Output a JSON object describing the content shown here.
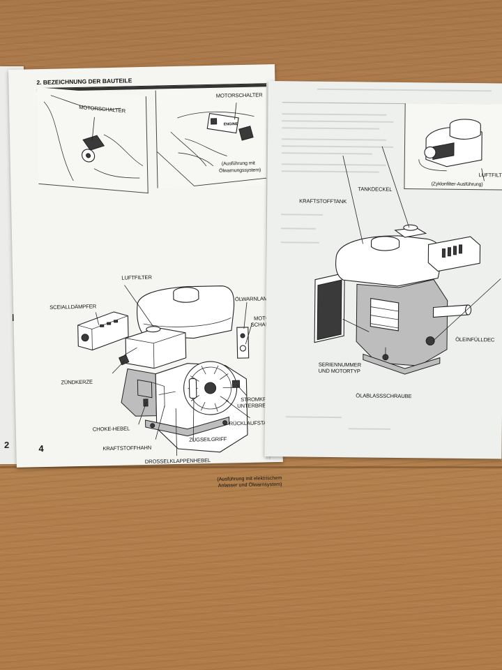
{
  "left_page": {
    "section_title": "2.  BEZEICHNUNG DER BAUTEILE",
    "page_number": "4",
    "inset_left_label": "MOTORSCHALTER",
    "inset_right_label": "MOTORSCHALTER",
    "inset_right_caption_1": "(Ausführung mit",
    "inset_right_caption_2": "Ölwarnungssystem)",
    "switch_plate_text": "ENGINE",
    "labels": {
      "luftfilter": "LUFTFILTER",
      "schalldaempfer": "SCEIALLDÄMPFER",
      "oelwarnlampe": "ÖLWARNLAMPE",
      "motor_schalter_1": "MOTOR-",
      "motor_schalter_2": "SCHALTER",
      "zuendkerze": "ZÜNDKERZE",
      "stromkreis_1": "STROMKREIS-",
      "stromkreis_2": "UNTERBRECHER",
      "ruecklaufstarter": "RÜCKLAUFSTARTER",
      "choke_hebel": "CHOKE-HEBEL",
      "zugseilgriff": "ZUGSEILGRIFF",
      "kraftstoffhahn": "KRAFTSTOFFHAHN",
      "drosselklappenhebel": "DROSSELKLAPPENHEBEL"
    },
    "caption_line_1": "(Ausführung mit elektrischem",
    "caption_line_2": "Anlasser und Ölwarnsystem)"
  },
  "right_page": {
    "inset_label": "LUFTFILT",
    "inset_caption": "(Zyklonfilter-Ausführung)",
    "labels": {
      "tankdeckel": "TANKDECKEL",
      "kraftstofftank": "KRAFTSTOFFTANK",
      "oeleinfuelldeckel": "ÖLEINFÜLLDEC",
      "seriennummer_1": "SERIENNUMMER",
      "seriennummer_2": "UND MOTORTYP",
      "oelablassschraube": "ÖLABLASSSCHRAUBE"
    }
  },
  "previous_page": {
    "page_number": "2"
  }
}
